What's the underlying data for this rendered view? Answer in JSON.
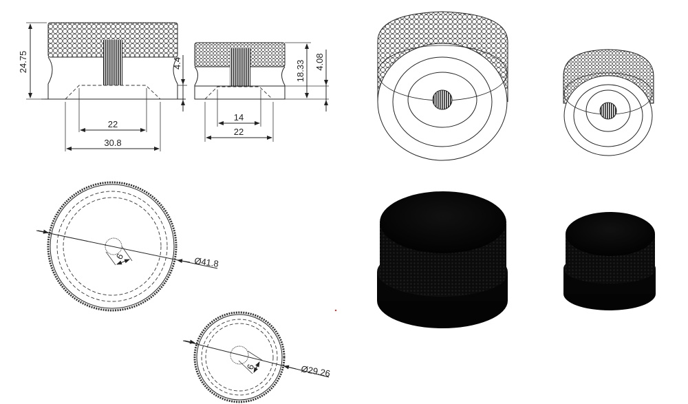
{
  "drawing": {
    "large_knob": {
      "side_view": {
        "height": "24.75",
        "groove_height": "4.4",
        "inner_width": "22",
        "base_width": "30.8"
      },
      "top_view": {
        "diameter": "Ø41.8",
        "bore": "6"
      }
    },
    "small_knob": {
      "side_view": {
        "height": "18.33",
        "groove_height": "4.08",
        "inner_width": "14",
        "base_width": "22"
      },
      "top_view": {
        "diameter": "Ø29.26",
        "bore": "6"
      }
    }
  },
  "renders": {
    "line_art": [
      "large-knob-isometric-bottom",
      "small-knob-isometric-bottom"
    ],
    "shaded": [
      "large-knob-black-render",
      "small-knob-black-render"
    ],
    "colors": {
      "render_fill": "#0a0a0a",
      "line": "#222222",
      "background": "#ffffff"
    }
  }
}
